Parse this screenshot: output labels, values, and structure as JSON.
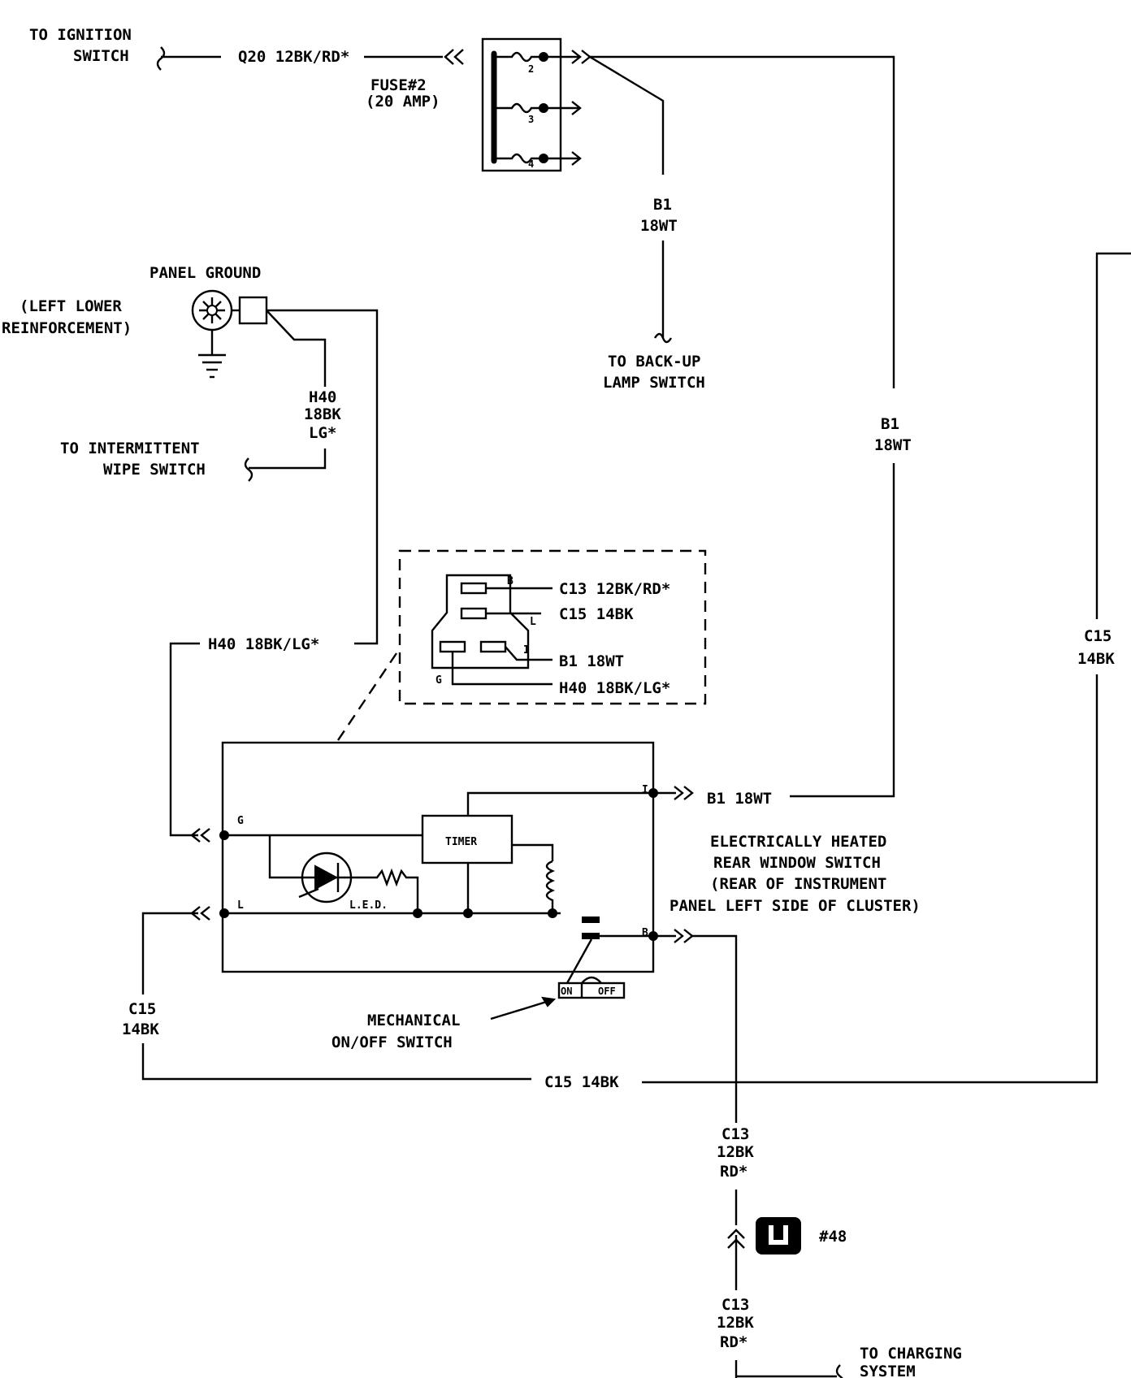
{
  "labels": {
    "to_ignition_switch": [
      "TO IGNITION",
      "SWITCH"
    ],
    "wire_020": "Q20 12BK/RD*",
    "fuse": [
      "FUSE#2",
      "(20 AMP)"
    ],
    "fuse_pins": [
      "2",
      "3",
      "4"
    ],
    "b1_upper": [
      "B1",
      "18WT"
    ],
    "to_backup_lamp": [
      "TO BACK-UP",
      "LAMP SWITCH"
    ],
    "panel_ground": "PANEL GROUND",
    "ground_location": [
      "(LEFT LOWER",
      "REINFORCEMENT)"
    ],
    "h40_vertical": [
      "H40",
      "18BK",
      "LG*"
    ],
    "to_intermittent_wipe": [
      "TO INTERMITTENT",
      "WIPE SWITCH"
    ],
    "b1_right": [
      "B1",
      "18WT"
    ],
    "c15_right": [
      "C15",
      "14BK"
    ],
    "connector_pins": {
      "b": "B",
      "l": "L",
      "i": "I",
      "g": "G"
    },
    "connector_wires": [
      "C13 12BK/RD*",
      "C15 14BK",
      "B1 18WT",
      "H40 18BK/LG*"
    ],
    "h40_horizontal": "H40 18BK/LG*",
    "switch_pins": {
      "i": "I",
      "g": "G",
      "l": "L",
      "b": "B"
    },
    "b1_switch": "B1 18WT",
    "timer": "TIMER",
    "led": "L.E.D.",
    "on": "ON",
    "off": "OFF",
    "switch_title": [
      "ELECTRICALLY HEATED",
      "REAR WINDOW SWITCH",
      "(REAR OF INSTRUMENT",
      "PANEL LEFT SIDE OF CLUSTER)"
    ],
    "mechanical_switch": [
      "MECHANICAL",
      "ON/OFF SWITCH"
    ],
    "c15_left": [
      "C15",
      "14BK"
    ],
    "c15_bottom": "C15 14BK",
    "c13_upper": [
      "C13",
      "12BK",
      "RD*"
    ],
    "connector_ref": "#48",
    "c13_lower": [
      "C13",
      "12BK",
      "RD*"
    ],
    "to_charging_system": [
      "TO CHARGING",
      "SYSTEM"
    ]
  }
}
